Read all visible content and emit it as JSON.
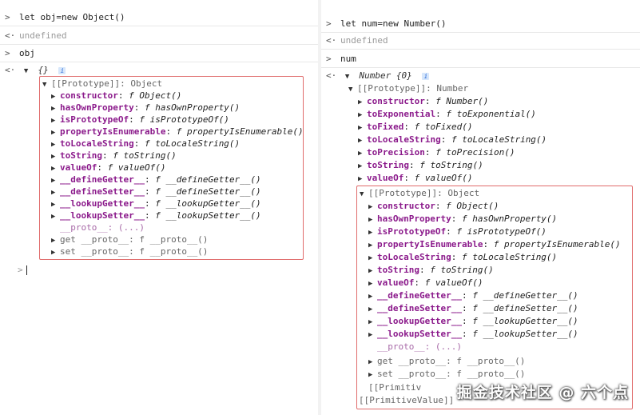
{
  "left": {
    "cmd1": "let obj=new Object()",
    "result1": "undefined",
    "cmd2": "obj",
    "obj_summary": "{}",
    "proto_header": "[[Prototype]]: Object",
    "proto_props": [
      {
        "key": "constructor",
        "val": "Object()"
      },
      {
        "key": "hasOwnProperty",
        "val": "hasOwnProperty()"
      },
      {
        "key": "isPrototypeOf",
        "val": "isPrototypeOf()"
      },
      {
        "key": "propertyIsEnumerable",
        "val": "propertyIsEnumerable()"
      },
      {
        "key": "toLocaleString",
        "val": "toLocaleString()"
      },
      {
        "key": "toString",
        "val": "toString()"
      },
      {
        "key": "valueOf",
        "val": "valueOf()"
      },
      {
        "key": "__defineGetter__",
        "val": "__defineGetter__()"
      },
      {
        "key": "__defineSetter__",
        "val": "__defineSetter__()"
      },
      {
        "key": "__lookupGetter__",
        "val": "__lookupGetter__()"
      },
      {
        "key": "__lookupSetter__",
        "val": "__lookupSetter__()"
      }
    ],
    "proto_getter": "__proto__: (...)",
    "get_proto": "get __proto__: f __proto__()",
    "set_proto": "set __proto__: f __proto__()"
  },
  "right": {
    "cmd1": "let num=new Number()",
    "result1": "undefined",
    "cmd2": "num",
    "num_summary": "Number {0}",
    "num_proto_header": "[[Prototype]]: Number",
    "num_props": [
      {
        "key": "constructor",
        "val": "Number()"
      },
      {
        "key": "toExponential",
        "val": "toExponential()"
      },
      {
        "key": "toFixed",
        "val": "toFixed()"
      },
      {
        "key": "toLocaleString",
        "val": "toLocaleString()"
      },
      {
        "key": "toPrecision",
        "val": "toPrecision()"
      },
      {
        "key": "toString",
        "val": "toString()"
      },
      {
        "key": "valueOf",
        "val": "valueOf()"
      }
    ],
    "obj_proto_header": "[[Prototype]]: Object",
    "obj_props": [
      {
        "key": "constructor",
        "val": "Object()"
      },
      {
        "key": "hasOwnProperty",
        "val": "hasOwnProperty()"
      },
      {
        "key": "isPrototypeOf",
        "val": "isPrototypeOf()"
      },
      {
        "key": "propertyIsEnumerable",
        "val": "propertyIsEnumerable()"
      },
      {
        "key": "toLocaleString",
        "val": "toLocaleString()"
      },
      {
        "key": "toString",
        "val": "toString()"
      },
      {
        "key": "valueOf",
        "val": "valueOf()"
      },
      {
        "key": "__defineGetter__",
        "val": "__defineGetter__()"
      },
      {
        "key": "__defineSetter__",
        "val": "__defineSetter__()"
      },
      {
        "key": "__lookupGetter__",
        "val": "__lookupGetter__()"
      },
      {
        "key": "__lookupSetter__",
        "val": "__lookupSetter__()"
      }
    ],
    "proto_getter": "__proto__: (...)",
    "get_proto": "get __proto__: f __proto__()",
    "set_proto": "set __proto__: f __proto__()",
    "primitive1": "[[Primitiv",
    "primitive2": "[[PrimitiveValue]]"
  },
  "watermark": "掘金技术社区 @ 六个点"
}
